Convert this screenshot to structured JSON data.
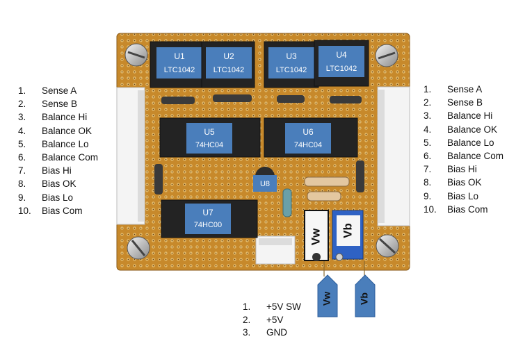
{
  "left_connector": {
    "pins": [
      {
        "num": "1.",
        "label": "Sense A"
      },
      {
        "num": "2.",
        "label": "Sense B"
      },
      {
        "num": "3.",
        "label": "Balance Hi"
      },
      {
        "num": "4.",
        "label": "Balance OK"
      },
      {
        "num": "5.",
        "label": "Balance Lo"
      },
      {
        "num": "6.",
        "label": "Balance Com"
      },
      {
        "num": "7.",
        "label": "Bias Hi"
      },
      {
        "num": "8.",
        "label": "Bias OK"
      },
      {
        "num": "9.",
        "label": "Bias Lo"
      },
      {
        "num": "10.",
        "label": "Bias Com"
      }
    ]
  },
  "right_connector": {
    "pins": [
      {
        "num": "1.",
        "label": "Sense A"
      },
      {
        "num": "2.",
        "label": "Sense B"
      },
      {
        "num": "3.",
        "label": "Balance Hi"
      },
      {
        "num": "4.",
        "label": "Balance OK"
      },
      {
        "num": "5.",
        "label": "Balance Lo"
      },
      {
        "num": "6.",
        "label": "Balance Com"
      },
      {
        "num": "7.",
        "label": "Bias Hi"
      },
      {
        "num": "8.",
        "label": "Bias OK"
      },
      {
        "num": "9.",
        "label": "Bias Lo"
      },
      {
        "num": "10.",
        "label": "Bias Com"
      }
    ]
  },
  "power_connector": {
    "pins": [
      {
        "num": "1.",
        "label": "+5V SW"
      },
      {
        "num": "2.",
        "label": "+5V"
      },
      {
        "num": "3.",
        "label": "GND"
      }
    ]
  },
  "chips": {
    "u1": {
      "ref": "U1",
      "part": "LTC1042"
    },
    "u2": {
      "ref": "U2",
      "part": "LTC1042"
    },
    "u3": {
      "ref": "U3",
      "part": "LTC1042"
    },
    "u4": {
      "ref": "U4",
      "part": "LTC1042"
    },
    "u5": {
      "ref": "U5",
      "part": "74HC04"
    },
    "u6": {
      "ref": "U6",
      "part": "74HC04"
    },
    "u7": {
      "ref": "U7",
      "part": "74HC00"
    },
    "u8": {
      "ref": "U8"
    }
  },
  "trimmers": {
    "vw": {
      "label": "Vw"
    },
    "vb": {
      "label": "Vb"
    }
  },
  "arrows": {
    "vw": {
      "label": "Vw"
    },
    "vb": {
      "label": "Vb"
    }
  },
  "colors": {
    "board": "#c98a2a",
    "label_box": "#4a7ebb",
    "arrow": "#4a7ebb"
  }
}
